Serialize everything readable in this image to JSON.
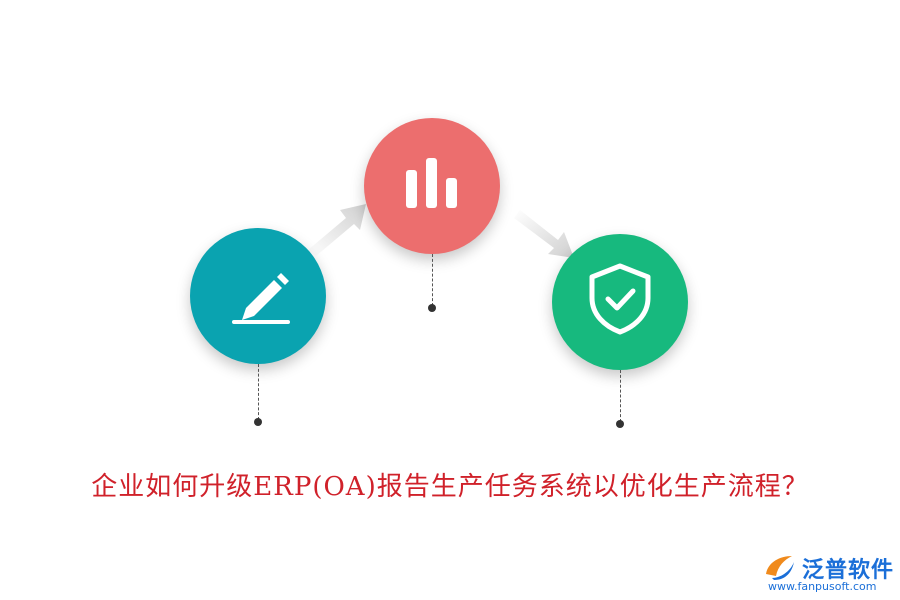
{
  "title": "企业如何升级ERP(OA)报告生产任务系统以优化生产流程？",
  "colors": {
    "title": "#d0212a",
    "teal": "#0aa3b0",
    "red": "#ec6e6e",
    "green": "#17b97e",
    "arrow": "#dcdcdc",
    "logo_orange": "#f08a1c",
    "logo_blue": "#1b6fd8"
  },
  "steps": [
    {
      "icon": "pencil-icon",
      "color": "teal"
    },
    {
      "icon": "bar-chart-icon",
      "color": "red"
    },
    {
      "icon": "shield-check-icon",
      "color": "green"
    }
  ],
  "logo": {
    "name": "泛普软件",
    "url": "www.fanpusoft.com"
  }
}
